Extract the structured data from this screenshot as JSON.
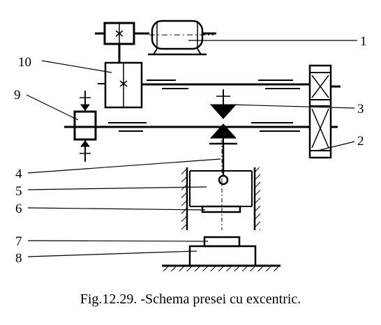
{
  "caption": "Fig.12.29. -Schema presei cu excentric.",
  "labels": {
    "l1": "1",
    "l2": "2",
    "l3": "3",
    "l4": "4",
    "l5": "5",
    "l6": "6",
    "l7": "7",
    "l8": "8",
    "l9": "9",
    "l10": "10"
  },
  "colors": {
    "ink": "#000000",
    "paper": "#ffffff"
  }
}
